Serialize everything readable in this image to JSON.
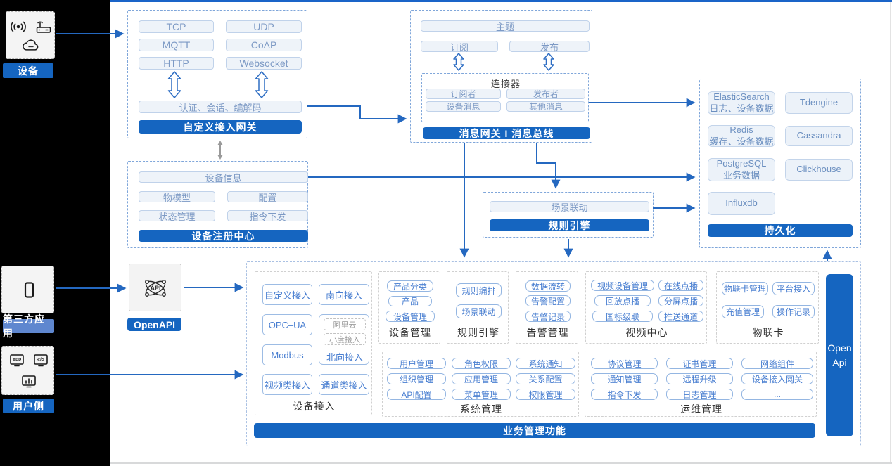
{
  "colors": {
    "accent": "#1565c0",
    "arrow": "#2468c0",
    "chip_text": "#4a7fd1",
    "muted_text": "#7d9ac5"
  },
  "left_rail": {
    "device_label": "设备",
    "third_party_label": "第三方应用",
    "user_label": "用户侧"
  },
  "custom_gateway": {
    "protocols": [
      "TCP",
      "UDP",
      "MQTT",
      "CoAP",
      "HTTP",
      "Websocket"
    ],
    "auth_label": "认证、会话、编解码",
    "banner": "自定义接入网关"
  },
  "message_hub": {
    "topic": "主题",
    "subscribe": "订阅",
    "publish": "发布",
    "connector_title": "连接器",
    "connector_items": [
      "订阅者",
      "发布者",
      "设备消息",
      "其他消息"
    ],
    "banner": "消息网关 I 消息总线"
  },
  "persistence": {
    "stores": [
      {
        "name": "ElasticSearch",
        "desc": "日志、设备数据"
      },
      {
        "name": "Tdengine",
        "desc": ""
      },
      {
        "name": "Redis",
        "desc": "缓存、设备数据"
      },
      {
        "name": "Cassandra",
        "desc": ""
      },
      {
        "name": "PostgreSQL",
        "desc": "业务数据"
      },
      {
        "name": "Clickhouse",
        "desc": ""
      },
      {
        "name": "Influxdb",
        "desc": ""
      }
    ],
    "banner": "持久化"
  },
  "device_registry": {
    "info": "设备信息",
    "items": [
      "物模型",
      "配置",
      "状态管理",
      "指令下发"
    ],
    "banner": "设备注册中心"
  },
  "rule_engine_mid": {
    "scene": "场景联动",
    "banner": "规则引擎"
  },
  "openapi": {
    "label": "OpenAPI"
  },
  "business": {
    "banner": "业务管理功能",
    "open_api_bar": {
      "line1": "Open",
      "line2": "Api"
    },
    "device_access": {
      "label": "设备接入",
      "items": [
        "自定义接入",
        "南向接入",
        "OPC–UA",
        "Modbus",
        "视频类接入",
        "通道类接入"
      ],
      "north_label": "北向接入",
      "north_items": [
        "阿里云",
        "小度接入"
      ]
    },
    "device_mgmt": {
      "label": "设备管理",
      "items": [
        "产品分类",
        "产品",
        "设备管理"
      ]
    },
    "rule_engine": {
      "label": "规则引擎",
      "items": [
        "规则编排",
        "场景联动"
      ]
    },
    "alarm": {
      "label": "告警管理",
      "items": [
        "数据流转",
        "告警配置",
        "告警记录"
      ]
    },
    "video": {
      "label": "视频中心",
      "items": [
        "视频设备管理",
        "在线点播",
        "回放点播",
        "分屏点播",
        "国标级联",
        "推送通道"
      ]
    },
    "iot_card": {
      "label": "物联卡",
      "items": [
        "物联卡管理",
        "平台接入",
        "充值管理",
        "操作记录"
      ]
    },
    "system": {
      "label": "系统管理",
      "items": [
        "用户管理",
        "角色权限",
        "系统通知",
        "组织管理",
        "应用管理",
        "关系配置",
        "API配置",
        "菜单管理",
        "权限管理"
      ]
    },
    "ops": {
      "label": "运维管理",
      "items": [
        "协议管理",
        "证书管理",
        "网络组件",
        "通知管理",
        "远程升级",
        "设备接入网关",
        "指令下发",
        "日志管理",
        "..."
      ]
    }
  },
  "icons": [
    "signal-icon",
    "router-icon",
    "cloud-icon",
    "phone-icon",
    "app-icon",
    "code-icon",
    "chart-icon",
    "api-network-icon"
  ]
}
